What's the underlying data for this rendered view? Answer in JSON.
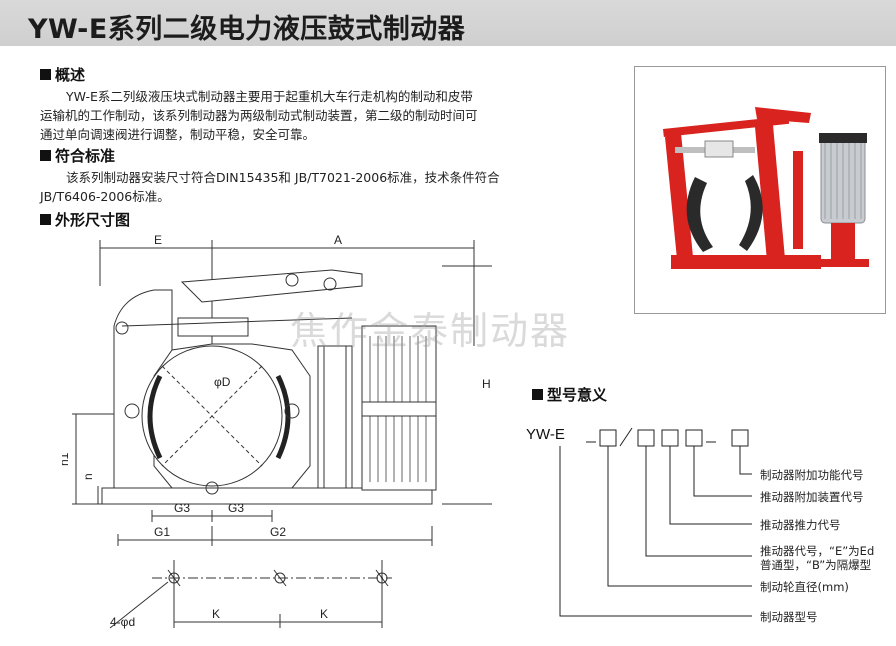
{
  "page": {
    "title": "YW-E系列二级电力液压鼓式制动器"
  },
  "overview": {
    "heading": "概述",
    "lines": [
      "YW-E系二列级液压块式制动器主要用于起重机大车行走机构的制动和皮带",
      "运输机的工作制动，该系列制动器为两级制动式制动装置，第二级的制动时间可",
      "通过单向调速阀进行调整，制动平稳，安全可靠。"
    ]
  },
  "standard": {
    "heading": "符合标准",
    "lines": [
      "该系列制动器安装尺寸符合DIN15435和 JB/T7021-2006标准，技术条件符合",
      "JB/T6406-2006标准。"
    ]
  },
  "dimension": {
    "heading": "外形尺寸图",
    "labels": {
      "E": "E",
      "A": "A",
      "H": "H",
      "D": "φD",
      "h1": "h1",
      "n": "n",
      "G3a": "G3",
      "G3b": "G3",
      "G1": "G1",
      "G2": "G2",
      "K1": "K",
      "K2": "K",
      "bolt": "4-φd"
    }
  },
  "watermark": "焦作金泰制动器",
  "model": {
    "heading": "型号意义",
    "code": "YW-E",
    "items": [
      "制动器附加功能代号",
      "推动器附加装置代号",
      "推动器推力代号",
      "推动器代号，“E”为Ed",
      "普通型，“B”为隔爆型",
      "制动轮直径(mm)",
      "制动器型号"
    ]
  },
  "colors": {
    "title_bar": "#d4d4d4",
    "brake_red": "#d8231e",
    "thruster_silver": "#c8ccd0"
  }
}
